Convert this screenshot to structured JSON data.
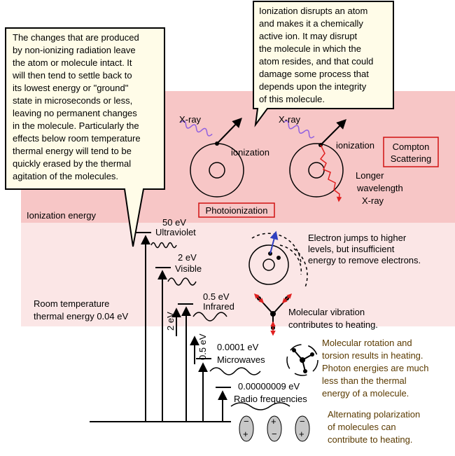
{
  "callout_left": [
    "The changes that are produced",
    "by non-ionizing radiation leave",
    "the atom or molecule intact.  It",
    "will then tend to settle back to",
    "its lowest energy or \"ground\"",
    "state in microseconds or less,",
    "leaving no permanent changes",
    "in the molecule.  Particularly the",
    "effects below room temperature",
    "thermal energy will tend to be",
    "quickly erased by the  thermal",
    "agitation of the molecules."
  ],
  "callout_top": [
    "Ionization disrupts an atom",
    "and makes it a chemically",
    "active ion. It may disrupt",
    "the molecule in which the",
    "atom resides, and that could",
    "damage some process that",
    "depends upon the integrity",
    "of this molecule."
  ],
  "ionization_band": {
    "label": "Ionization  energy",
    "xray_left": "X-ray",
    "ionization_left": "ionization",
    "photoionization": "Photoionization",
    "xray_right": "X-ray",
    "ionization_right": "ionization",
    "compton": [
      "Compton",
      "Scattering"
    ],
    "longer": [
      "Longer",
      "wavelength",
      "X-ray"
    ]
  },
  "levels": {
    "uv": {
      "energy": "50 eV",
      "name": "Ultraviolet"
    },
    "visible": {
      "energy": "2 eV",
      "name": "Visible"
    },
    "infrared": {
      "energy": "0.5 eV",
      "name": "Infrared"
    },
    "microwaves": {
      "energy": "0.0001 eV",
      "name": "Microwaves"
    },
    "radio": {
      "energy": "0.00000009 eV",
      "name": "Radio frequencies"
    }
  },
  "vertical_labels": {
    "two_ev": "2 eV",
    "half_ev": "0.5 eV"
  },
  "room_temp": [
    "Room temperature",
    "thermal energy 0.04 eV"
  ],
  "effects": {
    "electron_jump": [
      "Electron jumps to higher",
      "levels, but insufficient",
      "energy to remove electrons."
    ],
    "vibration": [
      "Molecular vibration",
      "contributes to heating."
    ],
    "rotation": [
      "Molecular rotation and",
      "torsion results in heating.",
      "Photon energies are much",
      "less than the thermal",
      "energy of a molecule."
    ],
    "polarization": [
      "Alternating polarization",
      "of molecules can",
      "contribute to heating."
    ]
  },
  "charges": {
    "plus": "+",
    "minus": "−"
  },
  "colors": {
    "ion_band": "#f7c6c6",
    "nonion_band": "#fbe6e6",
    "red_box": "#d01010",
    "arrow_red": "#e02020",
    "arrow_blue": "#3040c0",
    "xray_purple": "#9060e0"
  }
}
